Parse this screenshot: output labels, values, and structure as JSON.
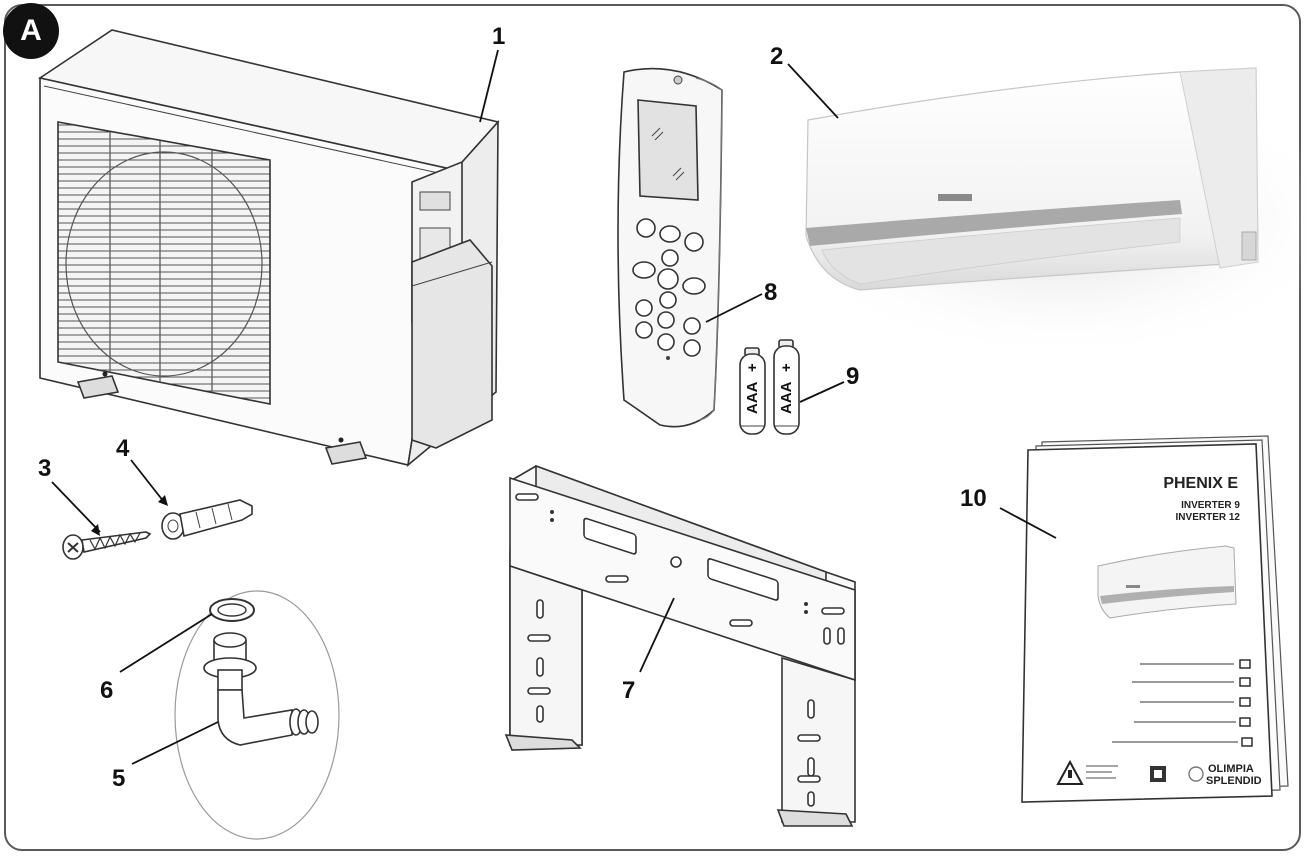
{
  "figure": {
    "panel_label": "A",
    "callouts": [
      "1",
      "2",
      "3",
      "4",
      "5",
      "6",
      "7",
      "8",
      "9",
      "10"
    ]
  },
  "battery": {
    "label": "AAA",
    "polarity": "+"
  },
  "manual": {
    "title": "PHENIX E",
    "subtitle_1": "INVERTER  9",
    "subtitle_2": "INVERTER 12",
    "brand_1": "OLIMPIA",
    "brand_2": "SPLENDID"
  }
}
